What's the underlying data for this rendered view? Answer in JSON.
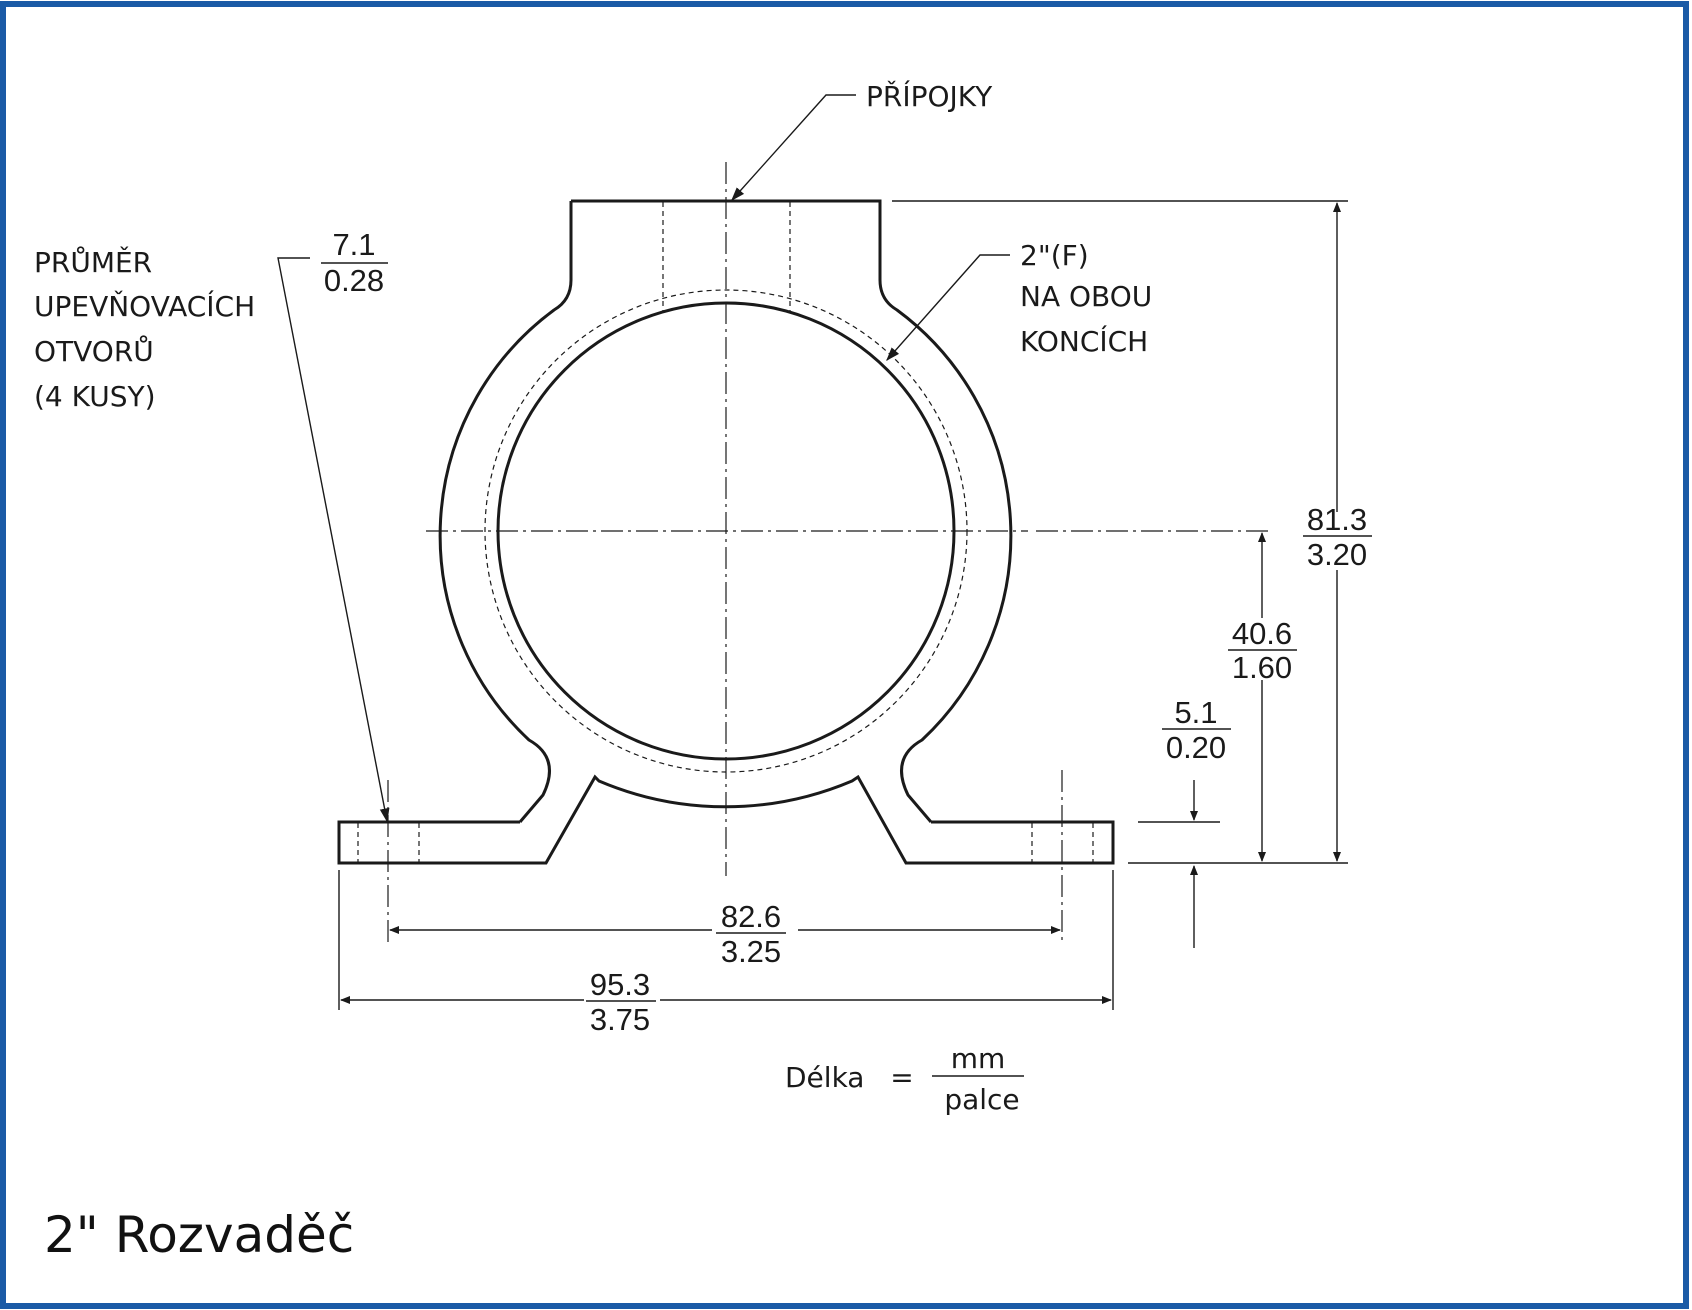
{
  "title": "2\" Rozvaděč",
  "callouts": {
    "connections": "PŘÍPOJKY",
    "thread": [
      "2\"(F)",
      "NA OBOU",
      "KONCÍCH"
    ],
    "mounting_holes": [
      "PRŮMĚR",
      "UPEVŇOVACÍCH",
      "OTVORŮ",
      "(4 KUSY)"
    ]
  },
  "dimensions": {
    "hole_diameter": {
      "mm": "7.1",
      "in": "0.28"
    },
    "overall_height": {
      "mm": "81.3",
      "in": "3.20"
    },
    "center_height": {
      "mm": "40.6",
      "in": "1.60"
    },
    "foot_thickness": {
      "mm": "5.1",
      "in": "0.20"
    },
    "hole_spacing": {
      "mm": "82.6",
      "in": "3.25"
    },
    "overall_width": {
      "mm": "95.3",
      "in": "3.75"
    }
  },
  "legend": {
    "label": "Délka",
    "equals": "=",
    "numerator": "mm",
    "denominator": "palce"
  },
  "colors": {
    "frame": "#1a5aa6",
    "line": "#1a1a1a"
  }
}
